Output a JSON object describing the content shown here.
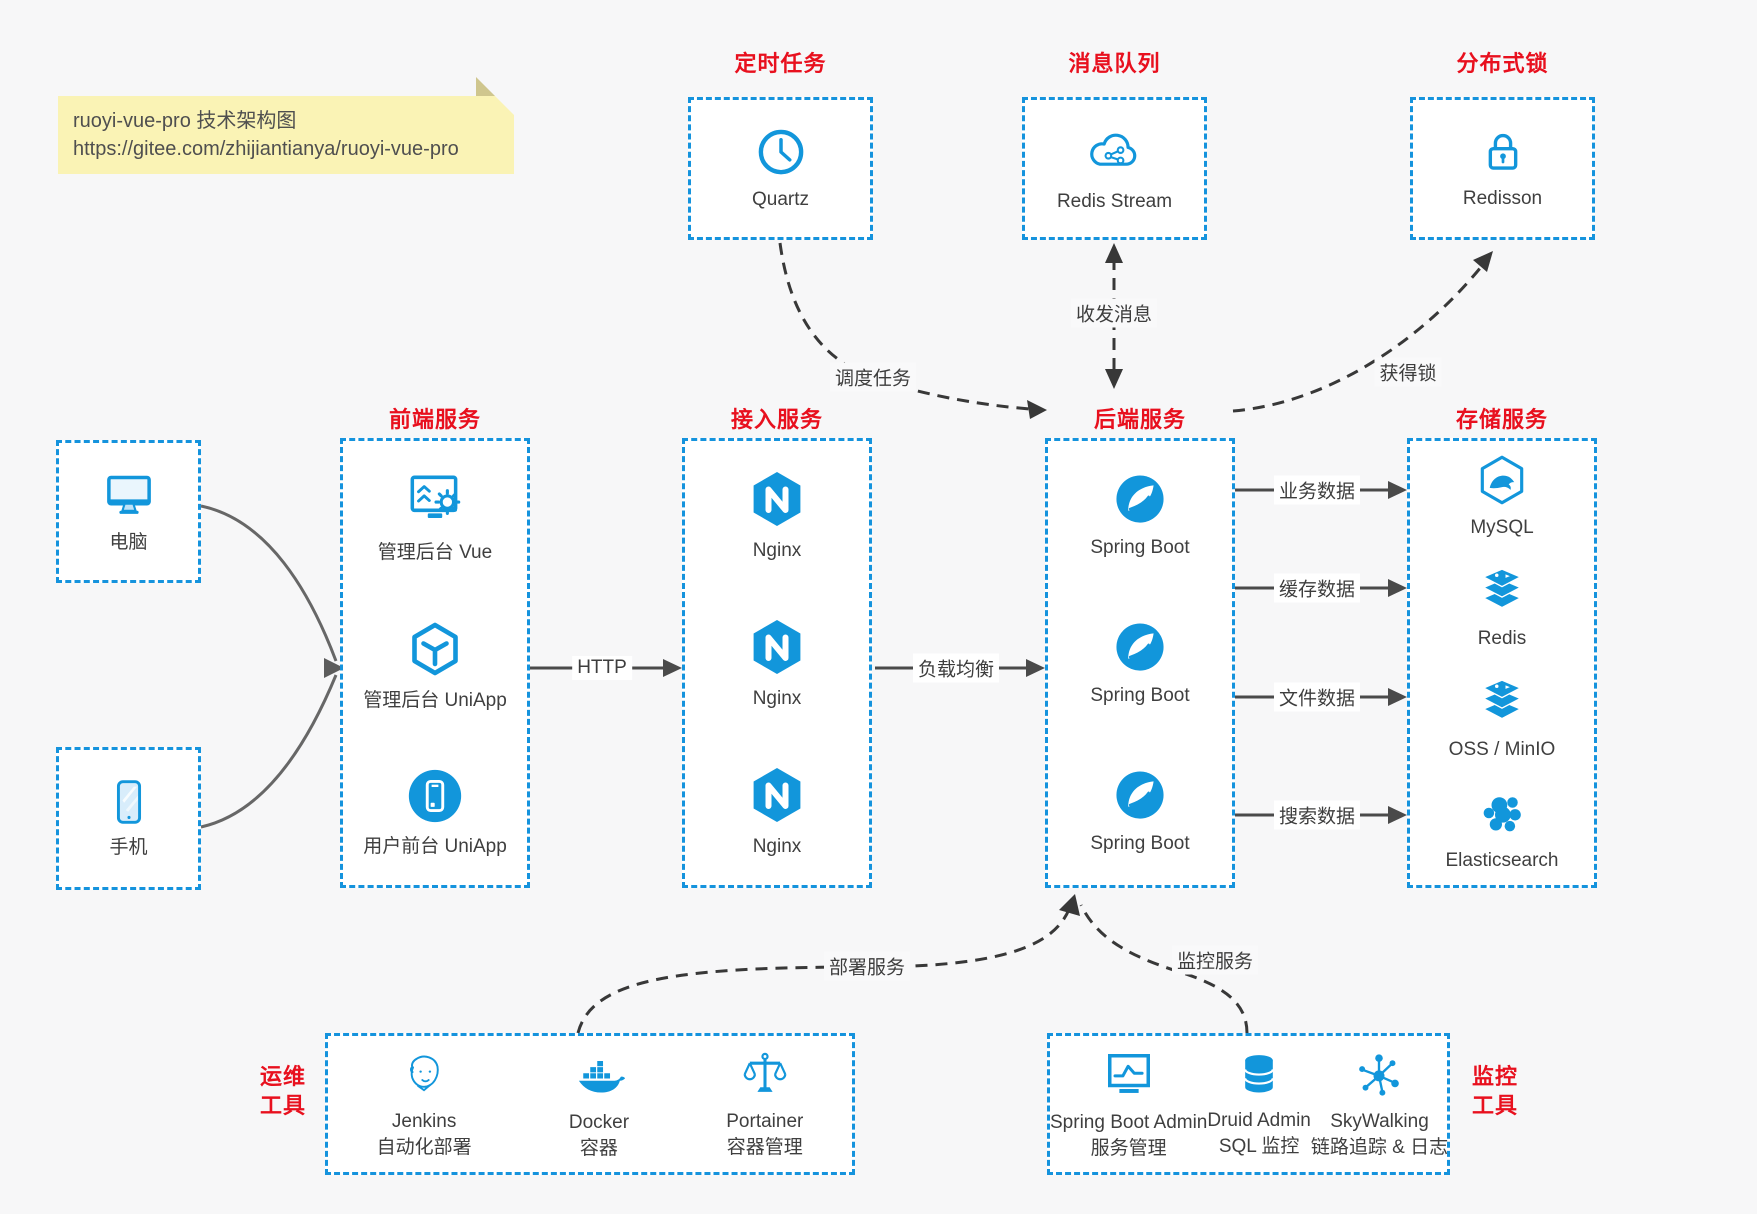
{
  "note": {
    "line1": "ruoyi-vue-pro 技术架构图",
    "line2": "https://gitee.com/zhijiantianya/ruoyi-vue-pro"
  },
  "colors": {
    "accent_blue": "#1296db",
    "border_blue": "#1593dd",
    "title_red": "#e8101e",
    "canvas_bg": "#f7f7f8",
    "note_bg": "#faf3b5",
    "arrow_gray": "#4a4a4a"
  },
  "top_services": [
    {
      "title": "定时任务",
      "item": "Quartz",
      "icon": "clock-icon"
    },
    {
      "title": "消息队列",
      "item": "Redis Stream",
      "icon": "cloud-stream-icon"
    },
    {
      "title": "分布式锁",
      "item": "Redisson",
      "icon": "lock-icon"
    }
  ],
  "clients": [
    {
      "label": "电脑",
      "icon": "desktop-icon"
    },
    {
      "label": "手机",
      "icon": "phone-icon"
    }
  ],
  "columns": [
    {
      "title": "前端服务",
      "items": [
        {
          "label": "管理后台 Vue",
          "icon": "admin-vue-icon"
        },
        {
          "label": "管理后台 UniApp",
          "icon": "uniapp-cube-icon"
        },
        {
          "label": "用户前台 UniApp",
          "icon": "user-app-icon"
        }
      ]
    },
    {
      "title": "接入服务",
      "items": [
        {
          "label": "Nginx",
          "icon": "nginx-icon"
        },
        {
          "label": "Nginx",
          "icon": "nginx-icon"
        },
        {
          "label": "Nginx",
          "icon": "nginx-icon"
        }
      ]
    },
    {
      "title": "后端服务",
      "items": [
        {
          "label": "Spring Boot",
          "icon": "spring-icon"
        },
        {
          "label": "Spring Boot",
          "icon": "spring-icon"
        },
        {
          "label": "Spring Boot",
          "icon": "spring-icon"
        }
      ]
    },
    {
      "title": "存储服务",
      "items": [
        {
          "label": "MySQL",
          "icon": "mysql-icon"
        },
        {
          "label": "Redis",
          "icon": "redis-icon"
        },
        {
          "label": "OSS / MinIO",
          "icon": "oss-icon"
        },
        {
          "label": "Elasticsearch",
          "icon": "elasticsearch-icon"
        }
      ]
    }
  ],
  "edges": {
    "http": "HTTP",
    "load_balance": "负载均衡",
    "biz_data": "业务数据",
    "cache_data": "缓存数据",
    "file_data": "文件数据",
    "search_data": "搜索数据",
    "schedule": "调度任务",
    "message": "收发消息",
    "acquire_lock": "获得锁",
    "deploy": "部署服务",
    "monitor": "监控服务"
  },
  "ops_tools": {
    "title_line1": "运维",
    "title_line2": "工具",
    "items": [
      {
        "name": "Jenkins",
        "desc": "自动化部署",
        "icon": "jenkins-icon"
      },
      {
        "name": "Docker",
        "desc": "容器",
        "icon": "docker-icon"
      },
      {
        "name": "Portainer",
        "desc": "容器管理",
        "icon": "portainer-icon"
      }
    ]
  },
  "monitor_tools": {
    "title_line1": "监控",
    "title_line2": "工具",
    "items": [
      {
        "name": "Spring Boot Admin",
        "desc": "服务管理",
        "icon": "spring-boot-admin-icon"
      },
      {
        "name": "Druid Admin",
        "desc": "SQL 监控",
        "icon": "druid-icon"
      },
      {
        "name": "SkyWalking",
        "desc": "链路追踪 & 日志",
        "icon": "skywalking-icon"
      }
    ]
  }
}
